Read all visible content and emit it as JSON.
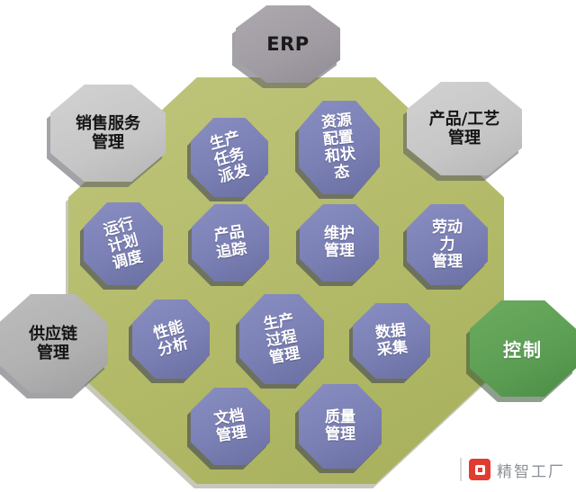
{
  "diagram_title": "MES functional modules diagram",
  "colors": {
    "background": "#ffffff",
    "big_octagon": "#b2ba68",
    "purple_module": "#7a7fb4",
    "gray_light": "#c6c6c6",
    "gray_medium": "#b0b0b0",
    "gray_erp": "#a09ba2",
    "green_control": "#5b9e53",
    "module_text": "#ffffff",
    "outer_text": "#141414",
    "watermark_red": "#e23b30",
    "watermark_text": "#8b9198"
  },
  "nodes": {
    "erp": {
      "label": "ERP"
    },
    "sales": {
      "lines": [
        "销售服务",
        "管理"
      ]
    },
    "product": {
      "lines": [
        "产品/工艺",
        "管理"
      ]
    },
    "supply": {
      "lines": [
        "供应链",
        "管理"
      ]
    },
    "control": {
      "label": "控制"
    },
    "task": {
      "lines": [
        "生产",
        "任务",
        "派发"
      ]
    },
    "resource": {
      "lines": [
        "资源",
        "配置",
        "和状",
        "态"
      ]
    },
    "schedule": {
      "lines": [
        "运行",
        "计划",
        "调度"
      ]
    },
    "tracking": {
      "lines": [
        "产品",
        "追踪"
      ]
    },
    "maintenance": {
      "lines": [
        "维护",
        "管理"
      ]
    },
    "labor": {
      "lines": [
        "劳动",
        "力",
        "管理"
      ]
    },
    "performance": {
      "lines": [
        "性能",
        "分析"
      ]
    },
    "process": {
      "lines": [
        "生产",
        "过程",
        "管理"
      ]
    },
    "data": {
      "lines": [
        "数据",
        "采集"
      ]
    },
    "document": {
      "lines": [
        "文档",
        "管理"
      ]
    },
    "quality": {
      "lines": [
        "质量",
        "管理"
      ]
    }
  },
  "watermark": {
    "brand": "精智工厂"
  }
}
